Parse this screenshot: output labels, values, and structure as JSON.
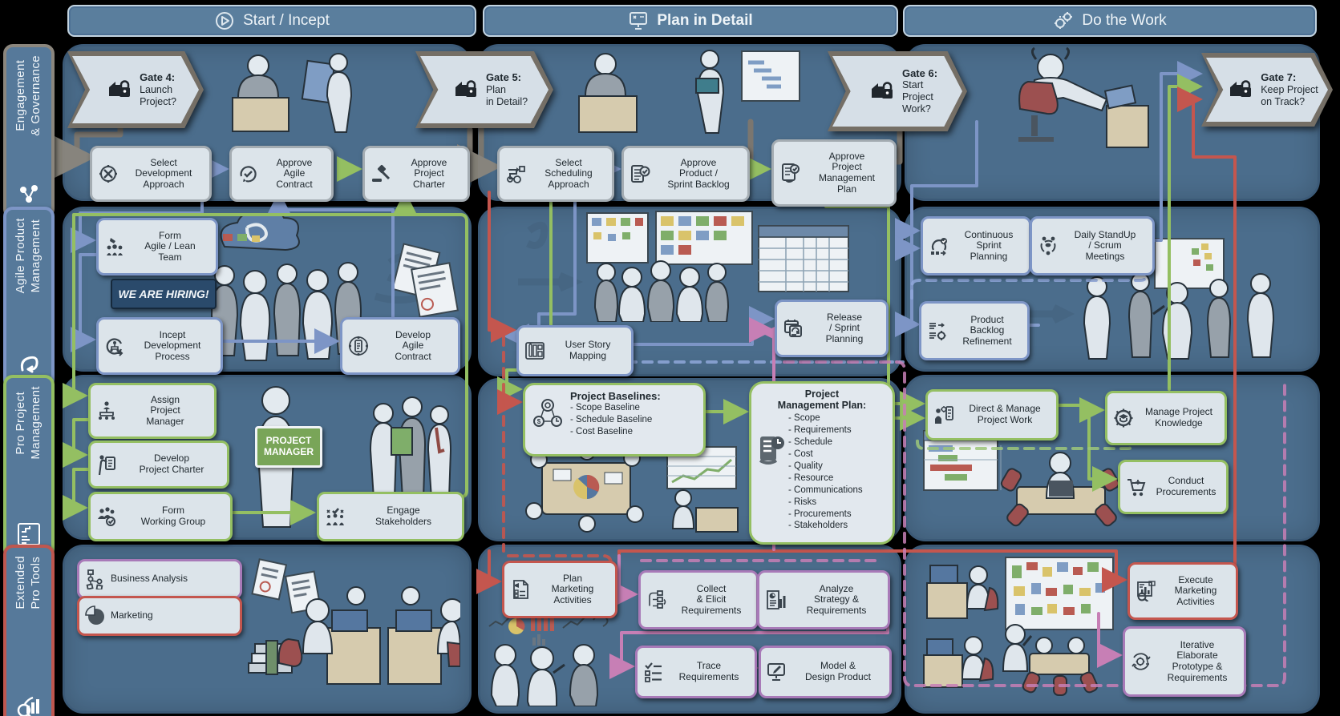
{
  "headers": {
    "start": {
      "label": "Start / Incept"
    },
    "plan": {
      "label": "Plan in Detail"
    },
    "work": {
      "label": "Do the Work"
    }
  },
  "sidebar": {
    "governance": {
      "label": "Engagement\n& Governance"
    },
    "agile": {
      "label": "Agile Product\nManagement"
    },
    "pro": {
      "label": "Pro Project\nManagement"
    },
    "extended": {
      "label": "Extended\nPro Tools"
    }
  },
  "gates": {
    "g4": {
      "name": "Gate 4:",
      "question": "Launch\nProject?"
    },
    "g5": {
      "name": "Gate 5:",
      "question": "Plan\nin Detail?"
    },
    "g6": {
      "name": "Gate 6:",
      "question": "Start\nProject\nWork?"
    },
    "g7": {
      "name": "Gate 7:",
      "question": "Keep Project\non Track?"
    }
  },
  "boxes": {
    "select_dev": {
      "label": "Select\nDevelopment\nApproach"
    },
    "approve_agile": {
      "label": "Approve\nAgile\nContract"
    },
    "approve_charter": {
      "label": "Approve\nProject\nCharter"
    },
    "select_sched": {
      "label": "Select\nScheduling\nApproach"
    },
    "approve_backlog": {
      "label": "Approve\nProduct /\nSprint Backlog"
    },
    "approve_pmp": {
      "label": "Approve\nProject\nManagement\nPlan"
    },
    "form_team": {
      "label": "Form\nAgile / Lean\nTeam"
    },
    "incept_process": {
      "label": "Incept\nDevelopment\nProcess"
    },
    "develop_contract": {
      "label": "Develop\nAgile\nContract"
    },
    "user_story": {
      "label": "User Story\nMapping"
    },
    "release_planning": {
      "label": "Release\n/ Sprint\nPlanning"
    },
    "continuous_sprint": {
      "label": "Continuous\nSprint\nPlanning"
    },
    "daily_standup": {
      "label": "Daily StandUp\n/ Scrum\nMeetings"
    },
    "backlog_refinement": {
      "label": "Product\nBacklog\nRefinement"
    },
    "assign_pm": {
      "label": "Assign\nProject\nManager"
    },
    "develop_charter": {
      "label": "Develop\nProject Charter"
    },
    "form_group": {
      "label": "Form\nWorking Group"
    },
    "engage_stakeholders": {
      "label": "Engage\nStakeholders"
    },
    "direct_manage": {
      "label": "Direct & Manage\nProject Work"
    },
    "manage_knowledge": {
      "label": "Manage Project\nKnowledge"
    },
    "conduct_procurements": {
      "label": "Conduct\nProcurements"
    },
    "business_analysis": {
      "label": "Business Analysis"
    },
    "marketing": {
      "label": "Marketing"
    },
    "plan_marketing": {
      "label": "Plan\nMarketing\nActivities"
    },
    "collect_elicit": {
      "label": "Collect\n& Elicit\nRequirements"
    },
    "analyze_strategy": {
      "label": "Analyze\nStrategy &\nRequirements"
    },
    "trace_requirements": {
      "label": "Trace\nRequirements"
    },
    "model_design": {
      "label": "Model &\nDesign Product"
    },
    "execute_marketing": {
      "label": "Execute\nMarketing\nActivities"
    },
    "iterative_prototype": {
      "label": "Iterative\nElaborate\nPrototype &\nRequirements"
    }
  },
  "baselines": {
    "title": "Project Baselines:",
    "items": [
      "- Scope Baseline",
      "- Schedule Baseline",
      "- Cost Baseline"
    ]
  },
  "pmp": {
    "title": "Project\nManagement Plan:",
    "items": [
      "- Scope",
      "- Requirements",
      "- Schedule",
      "- Cost",
      "- Quality",
      "- Resource",
      "- Communications",
      "- Risks",
      "- Procurements",
      "- Stakeholders"
    ]
  },
  "signs": {
    "hiring": "WE ARE HIRING!",
    "pm": "PROJECT\nMANAGER"
  },
  "palette": {
    "agile_blue": "#7d95c6",
    "pro_green": "#94bf62",
    "marketing_red": "#c4564e",
    "business_analysis_purple": "#a87ab8",
    "governance_gray": "#8b867d",
    "panel_blue": "#4b6d8c"
  }
}
